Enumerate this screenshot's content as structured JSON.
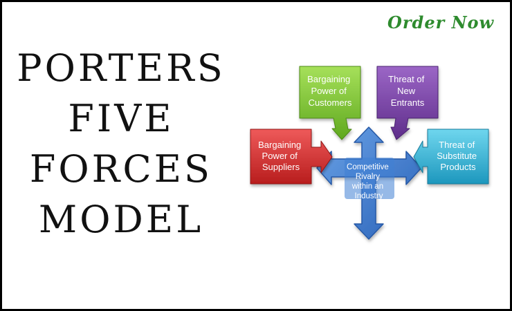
{
  "header": {
    "order_now": "Order Now"
  },
  "title_lines": [
    "PORTERS",
    "FIVE",
    "FORCES",
    "MODEL"
  ],
  "diagram": {
    "center": [
      "Competitive",
      "Rivalry",
      "within an",
      "Industry"
    ],
    "forces": {
      "suppliers": [
        "Bargaining",
        "Power of",
        "Suppliers"
      ],
      "customers": [
        "Bargaining",
        "Power of",
        "Customers"
      ],
      "new_entrants": [
        "Threat of",
        "New",
        "Entrants"
      ],
      "substitutes": [
        "Threat of",
        "Substitute",
        "Products"
      ]
    }
  },
  "colors": {
    "order_now": "#2e8b2e",
    "suppliers": "#d42a2a",
    "customers": "#7ec62e",
    "new_entrants": "#7b43a8",
    "substitutes": "#2fb3d6",
    "center_arrow": "#3a79cf"
  }
}
